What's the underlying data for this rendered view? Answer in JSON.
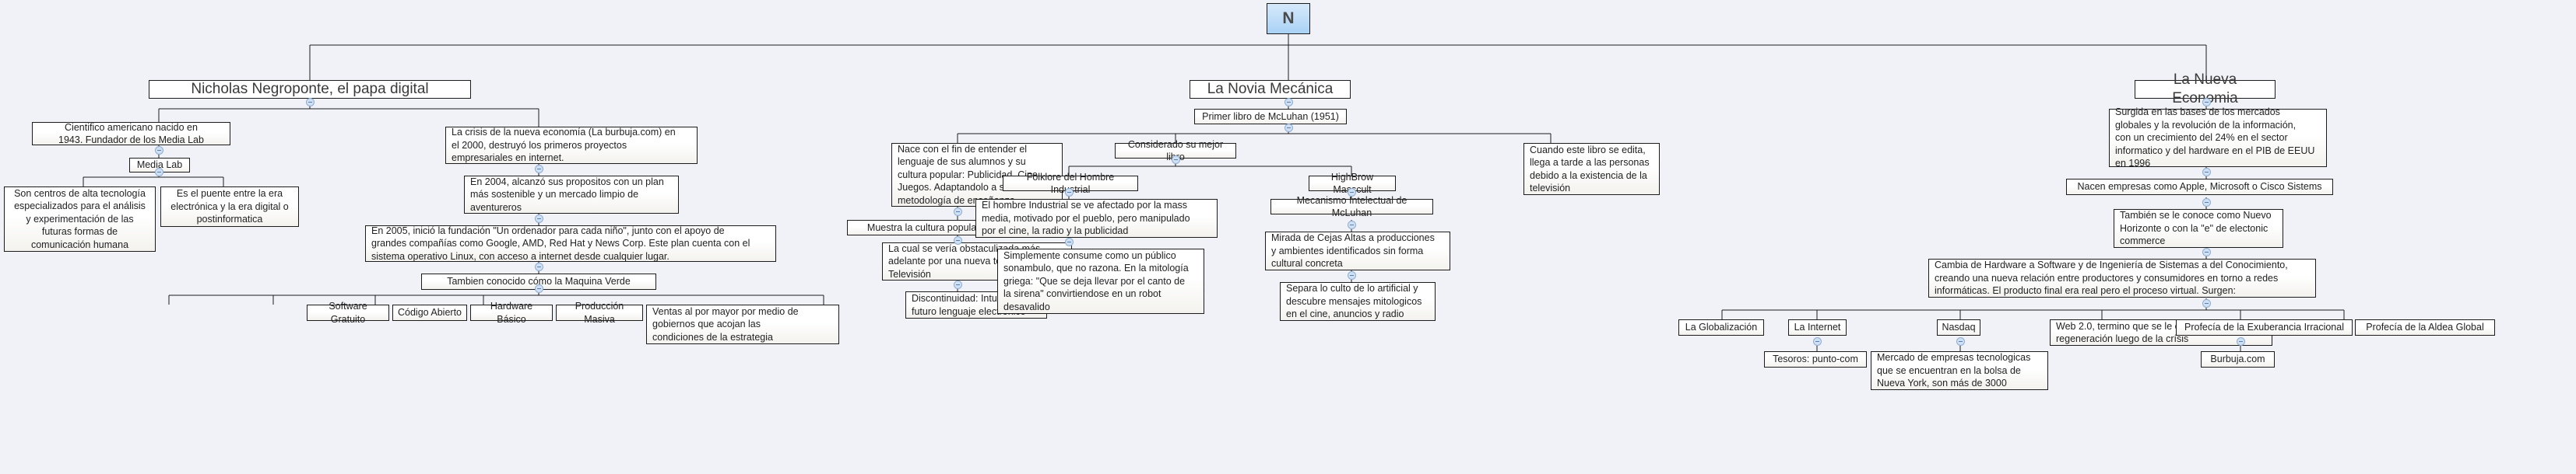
{
  "diagram": {
    "type": "mind-map",
    "title": "N",
    "background_color": "#f0f2f8",
    "root_node_color": "#a9d2f5",
    "node_border_color": "#1c1c1c"
  },
  "root": {
    "label": "N"
  },
  "branches": {
    "negroponte": {
      "title": "Nicholas Negroponte, el papa digital",
      "nodes": {
        "cientifico": "Cientifico americano nacido en\n1943. Fundador de los Media Lab",
        "media_lab": "Media Lab",
        "centros": "Son centros de alta tecnología\nespecializados para el análisis\ny experimentación de las\nfuturas formas de\ncomunicación humana",
        "puente": "Es el puente entre la era\nelectrónica y la era digital o\npostinformatica",
        "crisis": "La crisis de la nueva economía (La burbuja.com) en\nel 2000, destruyó los primeros proyectos\nempresariales en internet.",
        "en2004": "En 2004, alcanzó sus propositos con un plan\nmás sostenible y un mercado limpio de\naventureros",
        "en2005": "En 2005, inició la fundación \"Un ordenador para cada niño\",  junto con el apoyo de\ngrandes compañías como Google, AMD, Red Hat y News Corp. Este plan cuenta con el\nsistema operativo Linux, con acceso a internet desde cualquier lugar.",
        "maquina_verde": "Tambien conocido cómo la Maquina Verde",
        "software_gratuito": "Software Gratuito",
        "codigo_abierto": "Código Abierto",
        "hardware_basico": "Hardware Básico",
        "produccion_masiva": "Producción Masiva",
        "ventas": "Ventas al por mayor por medio de\ngobiernos que acojan las\ncondiciones de la estrategia"
      }
    },
    "novia": {
      "title": "La Novia Mecánica",
      "nodes": {
        "primer_libro": "Primer libro de McLuhan (1951)",
        "nace": "Nace con el fin de entender el\nlenguaje de sus alumnos y su\ncultura popular: Publicidad, Cine,\nJuegos. Adaptandolo a su\nmetodología de enseñanza",
        "muestra": "Muestra la cultura popular américana de los años 40",
        "obstaculizada": "La cual se vería obstaculizada más\nadelante por una nueva tecnología: La\nTelevisión",
        "discontinuidad": "Discontinuidad: Intuición del\nfuturo lenguaje electrónico",
        "mejor_libro": "Considerado su mejor libro",
        "folklore": "Folklore del Hombre Industrial",
        "hombre_industrial": "El hombre Industrial se ve afectado por la mass\nmedia, motivado por el pueblo, pero manipulado\npor el cine, la radio y la publicidad",
        "sonambulo": "Simplemente consume como un público\nsonambulo, que no razona. En la mitología\ngriega: \"Que se deja llevar por el canto de\nla sirena\" convirtiendose en un robot\ndesavalido",
        "highbrow": "HighBrow Masscult",
        "mecanismo": "Mecanismo Intelectual de McLuhan",
        "cejas_altas": "Mirada de Cejas Altas a producciones\ny ambientes identificados sin forma\ncultural concreta",
        "separa": "Separa lo culto de lo artificial y\ndescubre mensajes mitologicos\nen el cine, anuncios y radio",
        "cuando_edita": "Cuando este libro se edita,\nllega a tarde a las personas\ndebido a la existencia de la\ntelevisión"
      }
    },
    "economia": {
      "title": "La Nueva Economia",
      "nodes": {
        "surgida": "Surgida en las bases de los mercados\nglobales y la revolución de la información,\ncon un crecimiento del 24% en el sector\ninformatico y del hardware en el PIB de EEUU\nen 1996",
        "nacen_empresas": "Nacen empresas como Apple, Microsoft o Cisco Sistems",
        "nuevo_horizonte": "También se le conoce como Nuevo\nHorizonte o con la \"e\" de electonic\ncommerce",
        "cambia": "Cambia  de Hardware a Software y de Ingeniería de Sistemas a del Conocimiento,\ncreando una nueva relación entre productores y consumidores en torno a redes\ninformáticas. El producto final era real pero el proceso virtual. Surgen:",
        "globalizacion": "La Globalización",
        "internet": "La Internet",
        "tesoros": "Tesoros: punto-com",
        "nasdaq": "Nasdaq",
        "mercado_nasdaq": "Mercado de empresas tecnologicas\nque se encuentran en la bolsa de\nNueva York, son más de 3000",
        "web20": "Web 2.0, termino que se le otorga por la\nregeneración luego de la crísis",
        "exuberancia": "Profecía de la Exuberancia Irracional",
        "burbuja": "Burbuja.com",
        "aldea_global": "Profecía de la Aldea Global"
      }
    }
  }
}
